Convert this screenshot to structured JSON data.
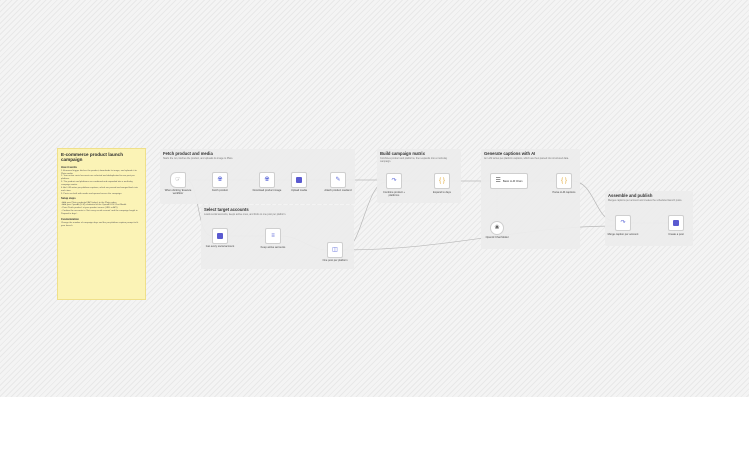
{
  "sticky": {
    "title": "E-commerce product launch campaign",
    "how_heading": "How it works",
    "how_items": [
      "1. A manual trigger fetches the product, downloads its image, and uploads it to Plato media.",
      "2. Your active social accounts are selected and deduplicated to one post per platform.",
      "3. The product and platforms are combined and expanded into a multi-day campaign matrix.",
      "4. An LLM writes per-platform captions, which are parsed and merged back into each item.",
      "5. Posts are built with media and queued across the campaign."
    ],
    "setup_heading": "Setup steps",
    "setup_items": [
      "- Add your Plato credential (API token) to the Plato nodes.",
      "- Add your OpenAI (LLM) credential to the OpenAI LLM Chat Model.",
      "- Point 'Fetch product' at your product source (URL or API).",
      "- Confirm the accounts in 'Get every social account' and the campaign length in 'Expand to days'."
    ],
    "custom_heading": "Customization",
    "custom_items": [
      "Change the number of campaign days and the per-platform caption prompt to fit your launch."
    ]
  },
  "groups": [
    {
      "id": "fetch",
      "title": "Fetch product and media",
      "desc": "Starts the run, fetches the product, and uploads its image to Plato."
    },
    {
      "id": "target",
      "title": "Select target accounts",
      "desc": "Loads social accounts, keeps active ones, and limits to one post per platform."
    },
    {
      "id": "matrix",
      "title": "Build campaign matrix",
      "desc": "Combines product and platforms, then expands into a multi-day campaign."
    },
    {
      "id": "captions",
      "title": "Generate captions with AI",
      "desc": "An LLM writes per-platform captions, which are then parsed into structured data."
    },
    {
      "id": "publish",
      "title": "Assemble and publish",
      "desc": "Merges captions per account and creates the scheduled launch posts."
    }
  ],
  "nodes": [
    {
      "id": "trigger",
      "label": "When clicking 'Execute workflow'",
      "icon": "pointer-icon"
    },
    {
      "id": "fetch_product",
      "label": "Fetch product",
      "icon": "globe-icon"
    },
    {
      "id": "download_image",
      "label": "Download product image",
      "icon": "globe-icon"
    },
    {
      "id": "upload_media",
      "label": "Upload media",
      "icon": "plato-icon"
    },
    {
      "id": "attach_media",
      "label": "Attach product media id",
      "icon": "edit-icon"
    },
    {
      "id": "get_accounts",
      "label": "Get every social account",
      "icon": "plato-icon"
    },
    {
      "id": "keep_active",
      "label": "Keep active accounts",
      "icon": "filter-icon"
    },
    {
      "id": "one_post",
      "label": "One post per platform",
      "icon": "dedupe-icon"
    },
    {
      "id": "combine",
      "label": "Combine product + platforms",
      "icon": "merge-icon"
    },
    {
      "id": "expand",
      "label": "Expand to days",
      "icon": "code-icon"
    },
    {
      "id": "basic_llm",
      "label": "Basic LLM Chain",
      "icon": "chain-icon"
    },
    {
      "id": "parse",
      "label": "Parse LLM captions",
      "icon": "code-icon"
    },
    {
      "id": "openai",
      "label": "OpenAI Chat Model",
      "icon": "openai-icon"
    },
    {
      "id": "merge",
      "label": "Merge caption per account",
      "icon": "merge-icon"
    },
    {
      "id": "create_post",
      "label": "Create a post",
      "icon": "plato-icon"
    }
  ],
  "colors": {
    "canvas": "#f4f4f4",
    "sticky": "#fbf3b6",
    "group": "#ececec",
    "node_icon": "#5a67d8",
    "wire": "#b5b5b5"
  }
}
